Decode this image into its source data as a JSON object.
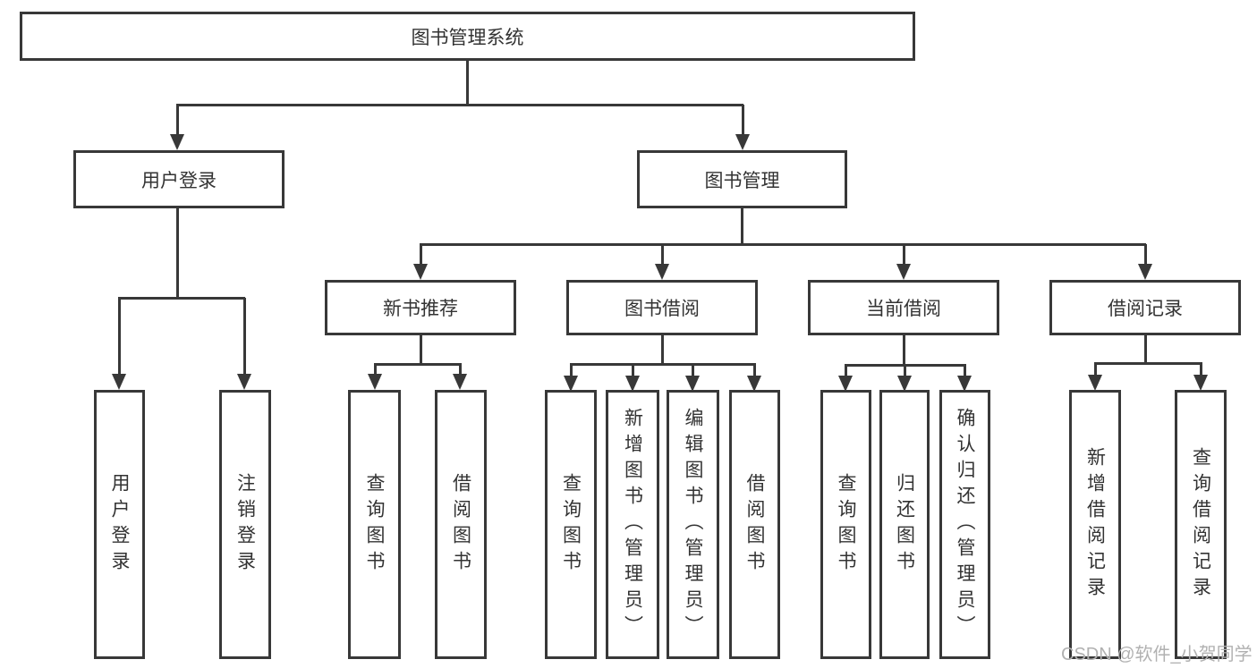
{
  "nodes": {
    "root": "图书管理系统",
    "level2": {
      "login": "用户登录",
      "management": "图书管理"
    },
    "level3": {
      "new_books": "新书推荐",
      "book_borrow": "图书借阅",
      "current_borrow": "当前借阅",
      "borrow_records": "借阅记录"
    },
    "leaves": {
      "login": [
        "用户登录",
        "注销登录"
      ],
      "new_books": [
        "查询图书",
        "借阅图书"
      ],
      "book_borrow": [
        "查询图书",
        "新增图书（管理员）",
        "编辑图书（管理员）",
        "借阅图书"
      ],
      "current_borrow": [
        "查询图书",
        "归还图书",
        "确认归还（管理员）"
      ],
      "borrow_records": [
        "新增借阅记录",
        "查询借阅记录"
      ]
    }
  },
  "watermark": "CSDN @软件_小贺同学",
  "colors": {
    "line": "#383838",
    "text": "#333333",
    "background": "#ffffff",
    "watermark": "#b1b1b1"
  }
}
